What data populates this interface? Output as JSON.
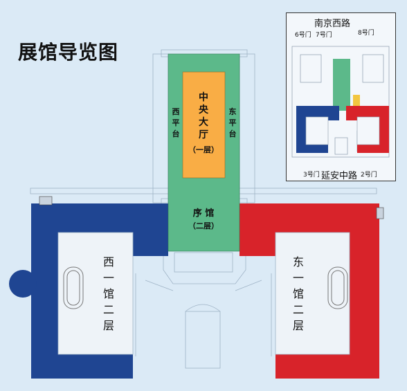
{
  "title": "展馆导览图",
  "halls": {
    "central": {
      "line1": "中",
      "line2": "央",
      "line3": "大",
      "line4": "厅",
      "floor": "（一层）"
    },
    "prelude": {
      "name": "序 馆",
      "floor": "（二层）"
    },
    "west_platform": {
      "c1": "西",
      "c2": "平",
      "c3": "台"
    },
    "east_platform": {
      "c1": "东",
      "c2": "平",
      "c3": "台"
    },
    "west1": {
      "c1": "西",
      "c2": "一",
      "c3": "馆",
      "c4": "二",
      "c5": "层"
    },
    "east1": {
      "c1": "东",
      "c2": "一",
      "c3": "馆",
      "c4": "二",
      "c5": "层"
    }
  },
  "inset": {
    "north_road": "南京西路",
    "south_road": "延安中路",
    "gate6": "6号门",
    "gate7": "7号门",
    "gate8": "8号门",
    "gate3": "3号门",
    "gate2": "2号门"
  },
  "colors": {
    "background": "#dbeaf6",
    "west_wing": "#1f4592",
    "east_wing": "#d8232a",
    "central_green": "#5cb98a",
    "central_hall": "#f9ad45"
  }
}
